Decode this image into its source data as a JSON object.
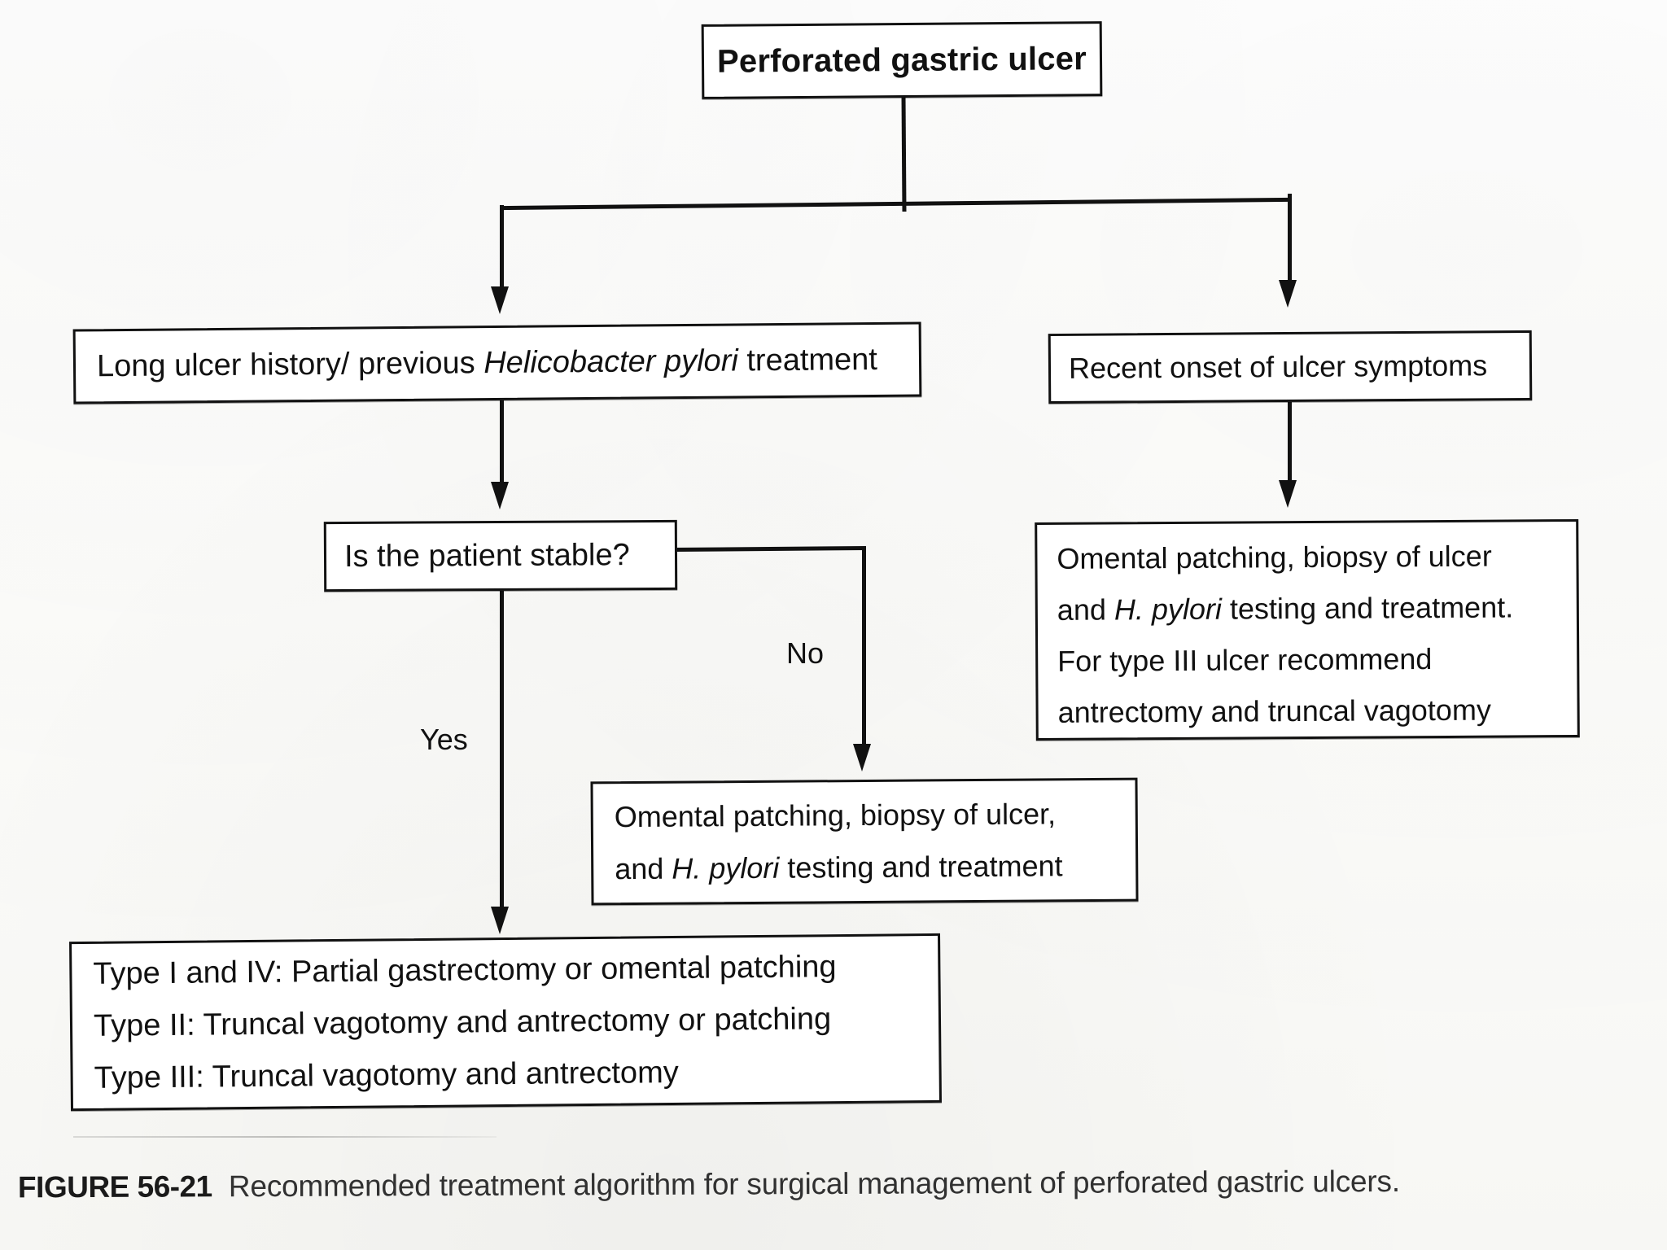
{
  "figure": {
    "number_label": "FIGURE 56-21",
    "caption": "Recommended treatment algorithm for surgical management of perforated gastric ulcers."
  },
  "flowchart": {
    "root": {
      "label": "Perforated gastric ulcer"
    },
    "branch_left": {
      "condition": {
        "text_before": "Long ulcer history/ previous ",
        "italic": "Helicobacter pylori",
        "text_after": " treatment"
      },
      "decision": {
        "label": "Is the patient stable?"
      },
      "edge_yes": "Yes",
      "edge_no": "No",
      "yes_outcome": {
        "line1": "Type I and IV: Partial gastrectomy or omental patching",
        "line2": "Type II: Truncal vagotomy and antrectomy or patching",
        "line3": "Type III: Truncal vagotomy and antrectomy"
      },
      "no_outcome": {
        "line1": "Omental patching, biopsy of ulcer,",
        "line2_before": "and ",
        "line2_italic": "H. pylori",
        "line2_after": " testing and treatment"
      }
    },
    "branch_right": {
      "condition": {
        "label": "Recent onset of ulcer symptoms"
      },
      "outcome": {
        "line1": "Omental patching, biopsy of ulcer",
        "line2_before": "and ",
        "line2_italic": "H. pylori",
        "line2_after": " testing and treatment.",
        "line3": "For type III ulcer recommend",
        "line4": "antrectomy and truncal vagotomy"
      }
    }
  },
  "colors": {
    "ink": "#111111",
    "paper": "#fdfdfb",
    "box_fill": "#ffffff"
  }
}
